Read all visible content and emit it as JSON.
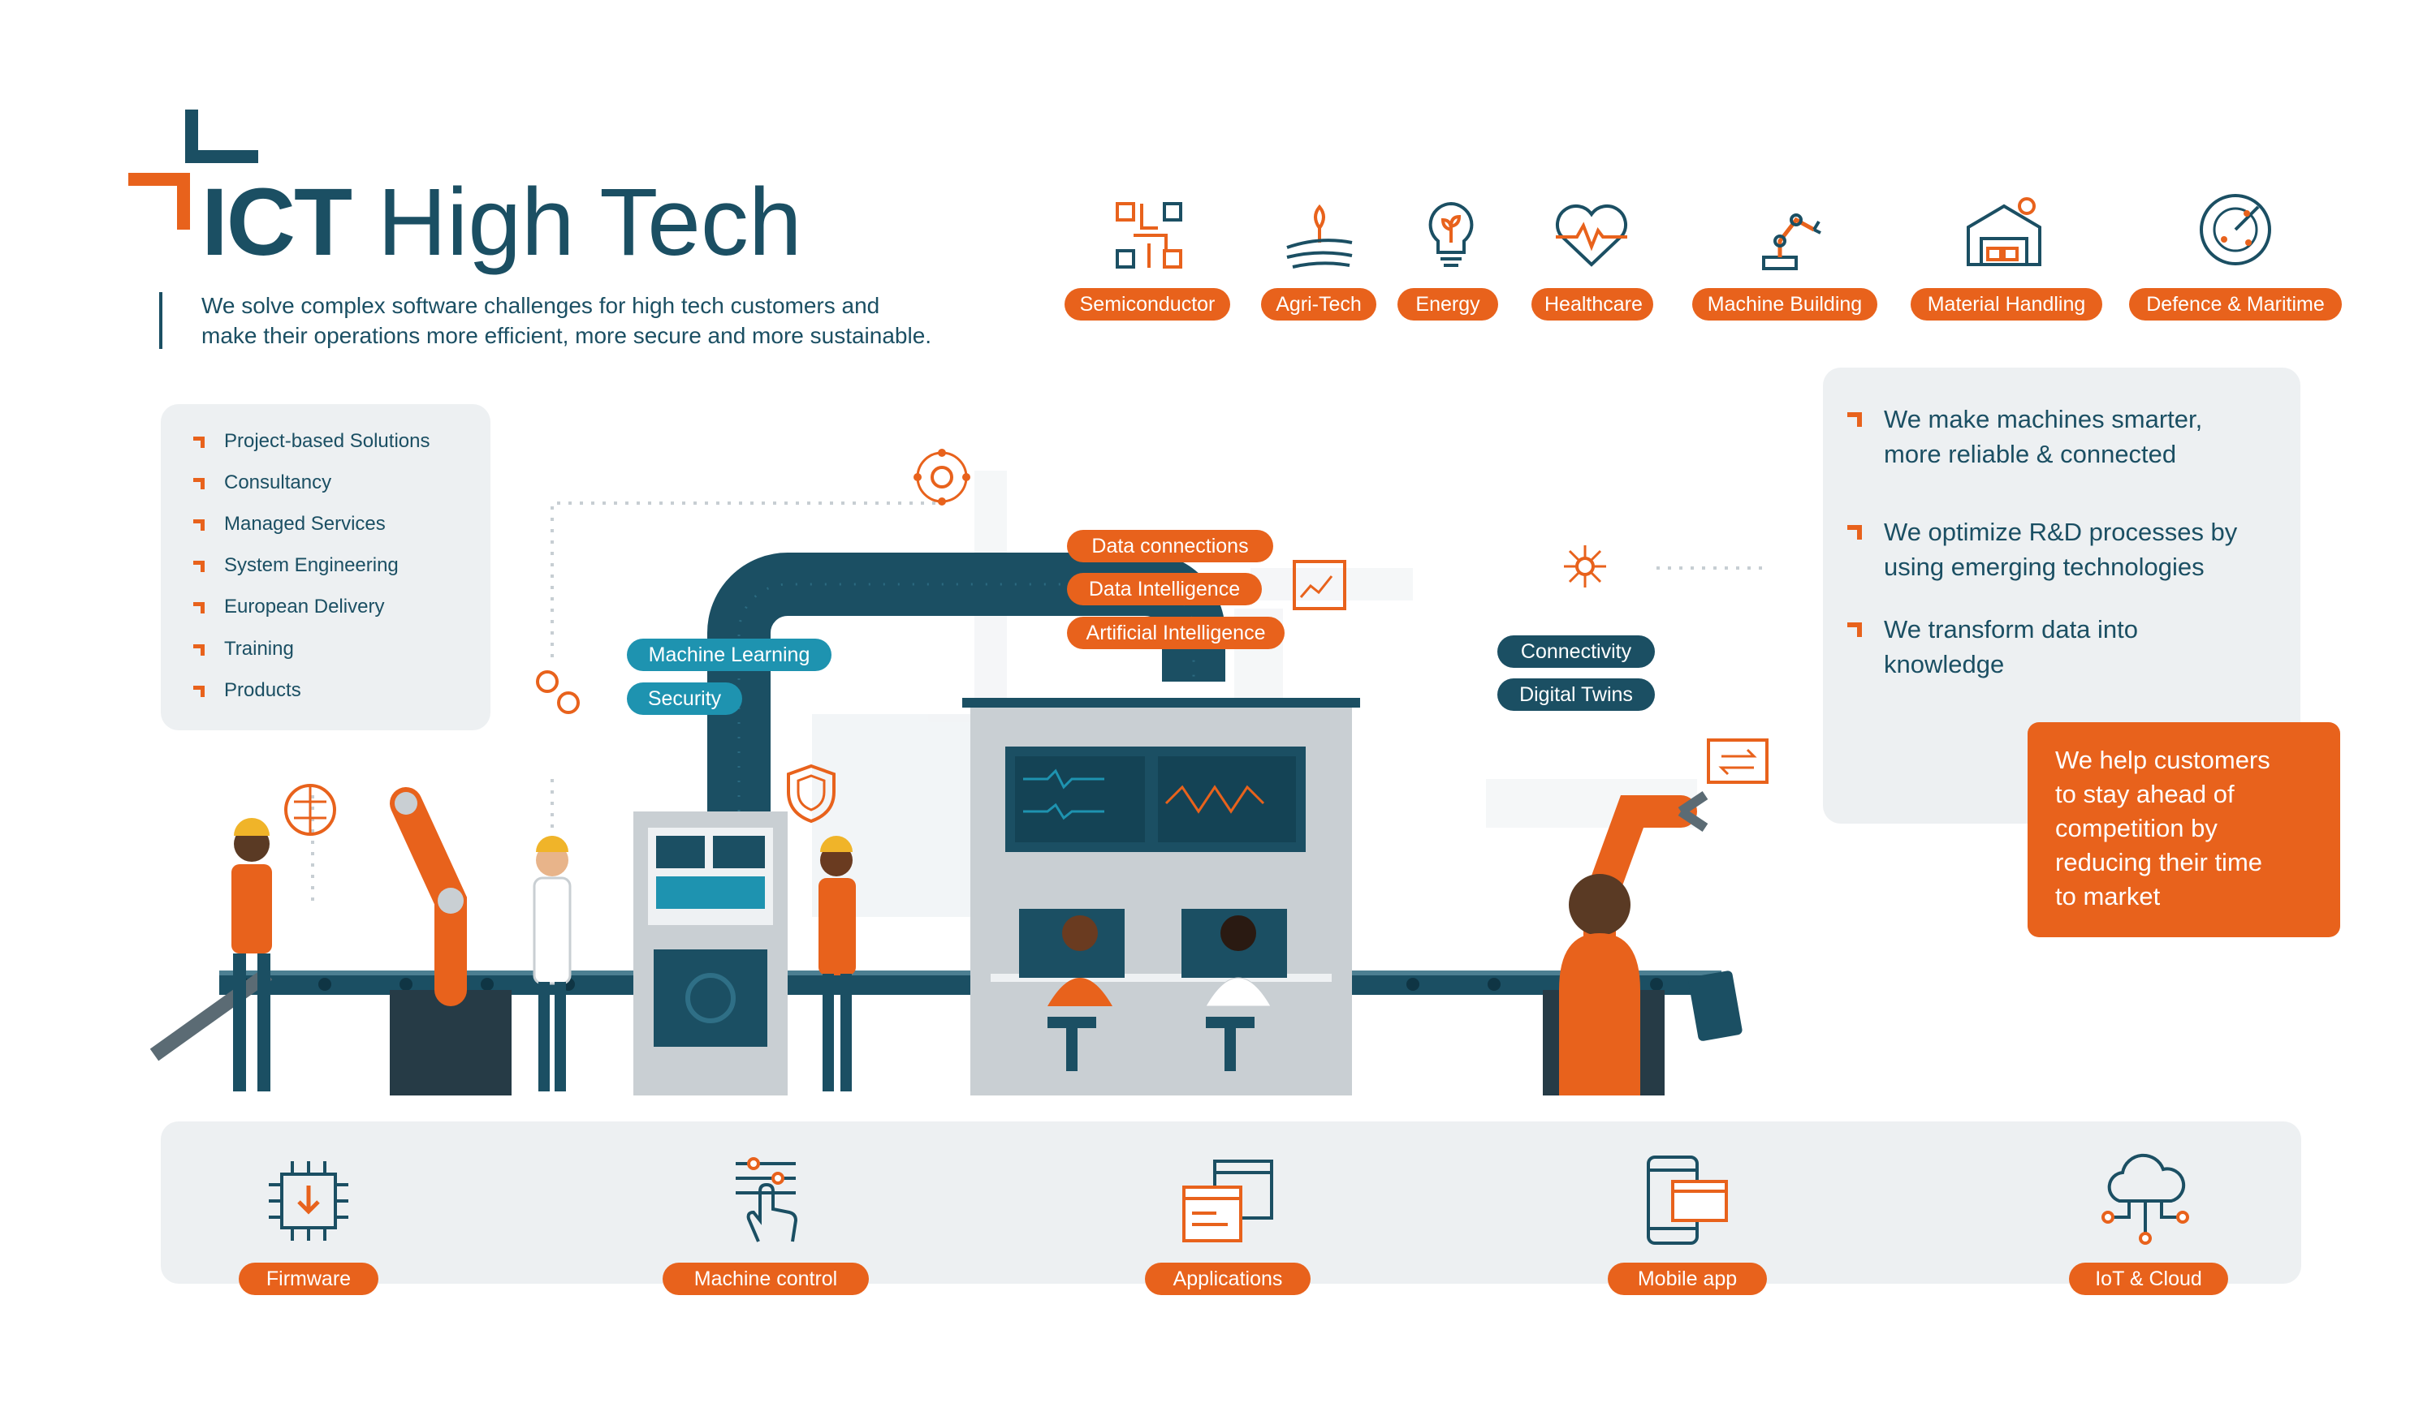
{
  "brand": {
    "name_bold": "ICT",
    "name_light": "High Tech",
    "tagline_line1": "We solve complex software challenges for high tech customers and",
    "tagline_line2": "make their operations more efficient, more secure and more sustainable.",
    "colors": {
      "navy": "#1b4f63",
      "orange": "#e8621c",
      "teal": "#1e93b0",
      "panel": "#edf0f2"
    }
  },
  "industries": [
    {
      "label": "Semiconductor",
      "icon": "chip-circuit-icon"
    },
    {
      "label": "Agri-Tech",
      "icon": "wheat-field-icon"
    },
    {
      "label": "Energy",
      "icon": "lightbulb-plant-icon"
    },
    {
      "label": "Healthcare",
      "icon": "heart-pulse-icon"
    },
    {
      "label": "Machine Building",
      "icon": "robot-arm-icon"
    },
    {
      "label": "Material Handling",
      "icon": "warehouse-icon"
    },
    {
      "label": "Defence & Maritime",
      "icon": "radar-icon"
    }
  ],
  "services": [
    "Project-based Solutions",
    "Consultancy",
    "Managed Services",
    "System Engineering",
    "European Delivery",
    "Training",
    "Products"
  ],
  "claims": [
    {
      "line1": "We make machines smarter,",
      "line2": "more reliable & connected"
    },
    {
      "line1": "We optimize R&D processes by",
      "line2": "using emerging technologies"
    },
    {
      "line1": "We transform data into",
      "line2": "knowledge"
    }
  ],
  "callout": {
    "lines": [
      "We help customers",
      "to stay ahead of",
      "competition by",
      "reducing their time",
      "to market"
    ]
  },
  "tech_tags": {
    "machine_learning": "Machine Learning",
    "security": "Security",
    "data_connections": "Data connections",
    "data_intelligence": "Data Intelligence",
    "artificial_intelligence": "Artificial Intelligence",
    "connectivity": "Connectivity",
    "digital_twins": "Digital Twins"
  },
  "capabilities": [
    {
      "label": "Firmware",
      "icon": "chip-download-icon"
    },
    {
      "label": "Machine control",
      "icon": "hand-sliders-icon"
    },
    {
      "label": "Applications",
      "icon": "app-windows-icon"
    },
    {
      "label": "Mobile app",
      "icon": "mobile-phone-icon"
    },
    {
      "label": "IoT & Cloud",
      "icon": "cloud-network-icon"
    }
  ]
}
